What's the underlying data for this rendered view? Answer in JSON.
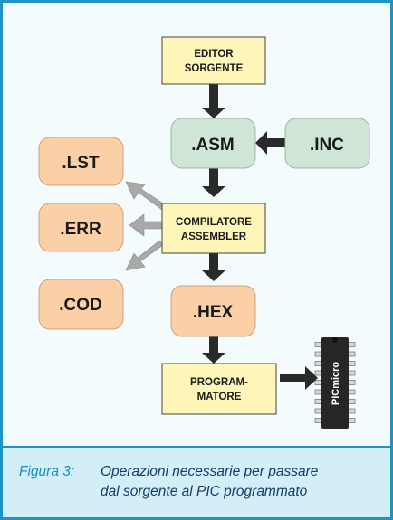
{
  "nodes": {
    "editor": {
      "lines": [
        "EDITOR",
        "SORGENTE"
      ]
    },
    "asm": {
      "label": ".ASM"
    },
    "inc": {
      "label": ".INC"
    },
    "lst": {
      "label": ".LST"
    },
    "err": {
      "label": ".ERR"
    },
    "cod": {
      "label": ".COD"
    },
    "compiler": {
      "lines": [
        "COMPILATORE",
        "ASSEMBLER"
      ]
    },
    "hex": {
      "label": ".HEX"
    },
    "programmer": {
      "lines": [
        "PROGRAM-",
        "MATORE"
      ]
    },
    "chip": {
      "label": "PICmicro",
      "pins_per_side": 9
    }
  },
  "caption": {
    "label": "Figura 3:",
    "line1": "Operazioni necessarie per passare",
    "line2": "dal sorgente al PIC programmato"
  },
  "colors": {
    "frame": "#1f93c4",
    "yellow_box": "#fdf6b8",
    "green_box": "#cfe6d6",
    "orange_box": "#fbd0a7",
    "dark_arrow": "#2a2a2a",
    "gray_arrow": "#a9a9a9",
    "chip": "#262626"
  }
}
